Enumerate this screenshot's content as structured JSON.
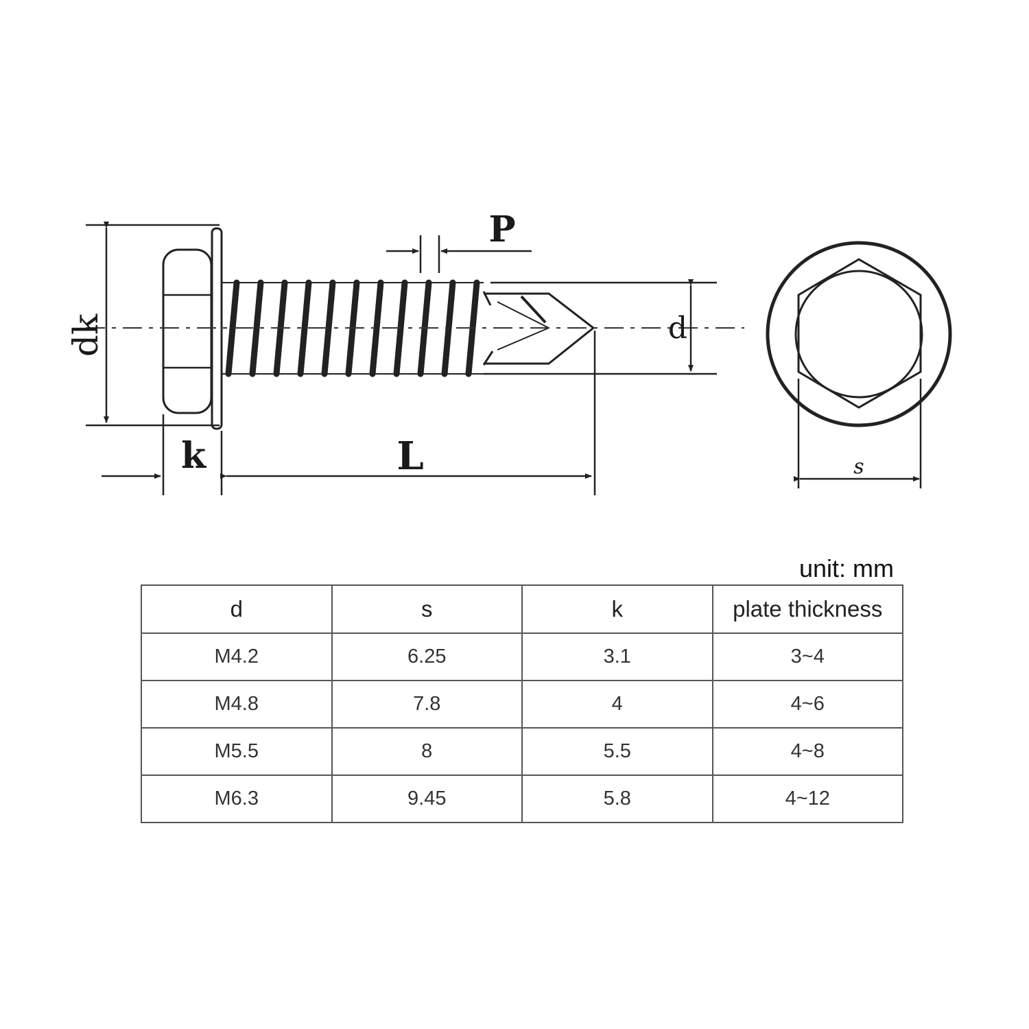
{
  "drawing": {
    "labels": {
      "dk": "dk",
      "k": "k",
      "L": "L",
      "P": "P",
      "d": "d",
      "s": "s"
    }
  },
  "unit_label": "unit: mm",
  "table": {
    "headers": [
      "d",
      "s",
      "k",
      "plate thickness"
    ],
    "rows": [
      [
        "M4.2",
        "6.25",
        "3.1",
        "3~4"
      ],
      [
        "M4.8",
        "7.8",
        "4",
        "4~6"
      ],
      [
        "M5.5",
        "8",
        "5.5",
        "4~8"
      ],
      [
        "M6.3",
        "9.45",
        "5.8",
        "4~12"
      ]
    ]
  }
}
